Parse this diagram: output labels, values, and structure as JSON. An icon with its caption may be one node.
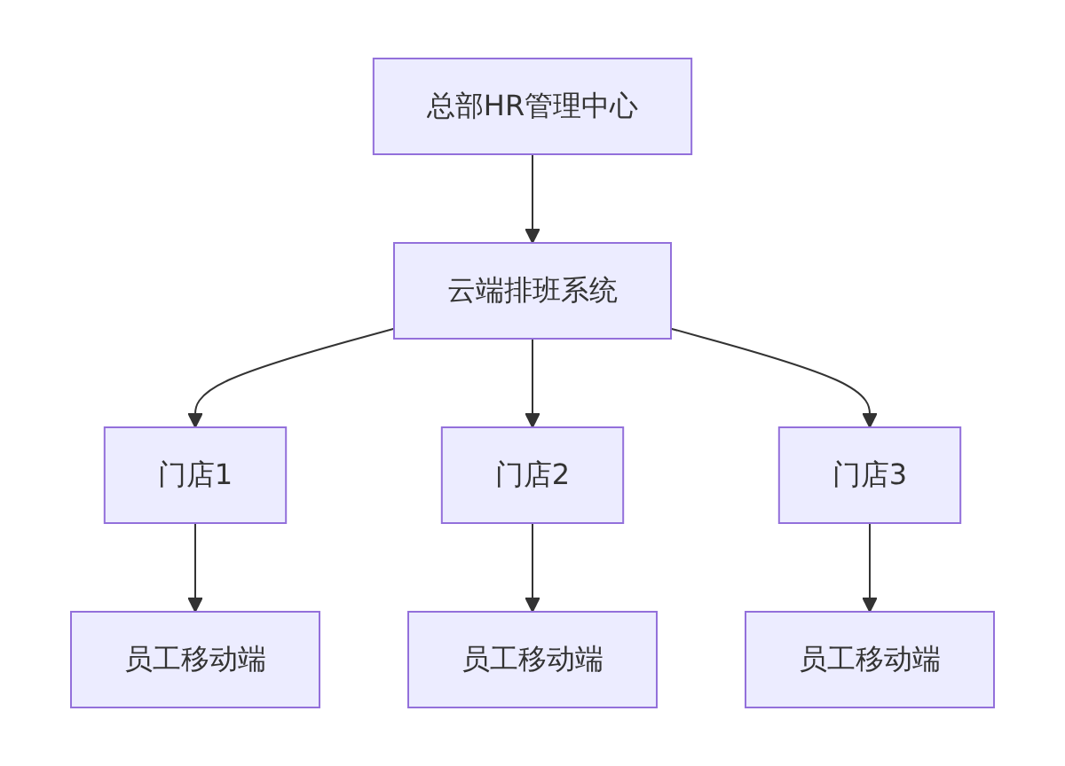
{
  "diagram": {
    "nodes": [
      {
        "text": [
          "总部HR管理中心"
        ]
      },
      {
        "text": [
          "云端排班系统"
        ]
      },
      {
        "text": [
          "门店1"
        ]
      },
      {
        "text": [
          "门店2"
        ]
      },
      {
        "text": [
          "门店3"
        ]
      },
      {
        "text": [
          "员工移动端"
        ]
      },
      {
        "text": [
          "员工移动端"
        ]
      },
      {
        "text": [
          "员工移动端"
        ]
      }
    ],
    "edges": [
      {
        "from": 0,
        "to": 1,
        "arrow": "to"
      },
      {
        "from": 1,
        "to": 2,
        "arrow": "to"
      },
      {
        "from": 1,
        "to": 3,
        "arrow": "to"
      },
      {
        "from": 1,
        "to": 4,
        "arrow": "to"
      },
      {
        "from": 2,
        "to": 5,
        "arrow": "to"
      },
      {
        "from": 3,
        "to": 6,
        "arrow": "to"
      },
      {
        "from": 4,
        "to": 7,
        "arrow": "to"
      }
    ]
  }
}
